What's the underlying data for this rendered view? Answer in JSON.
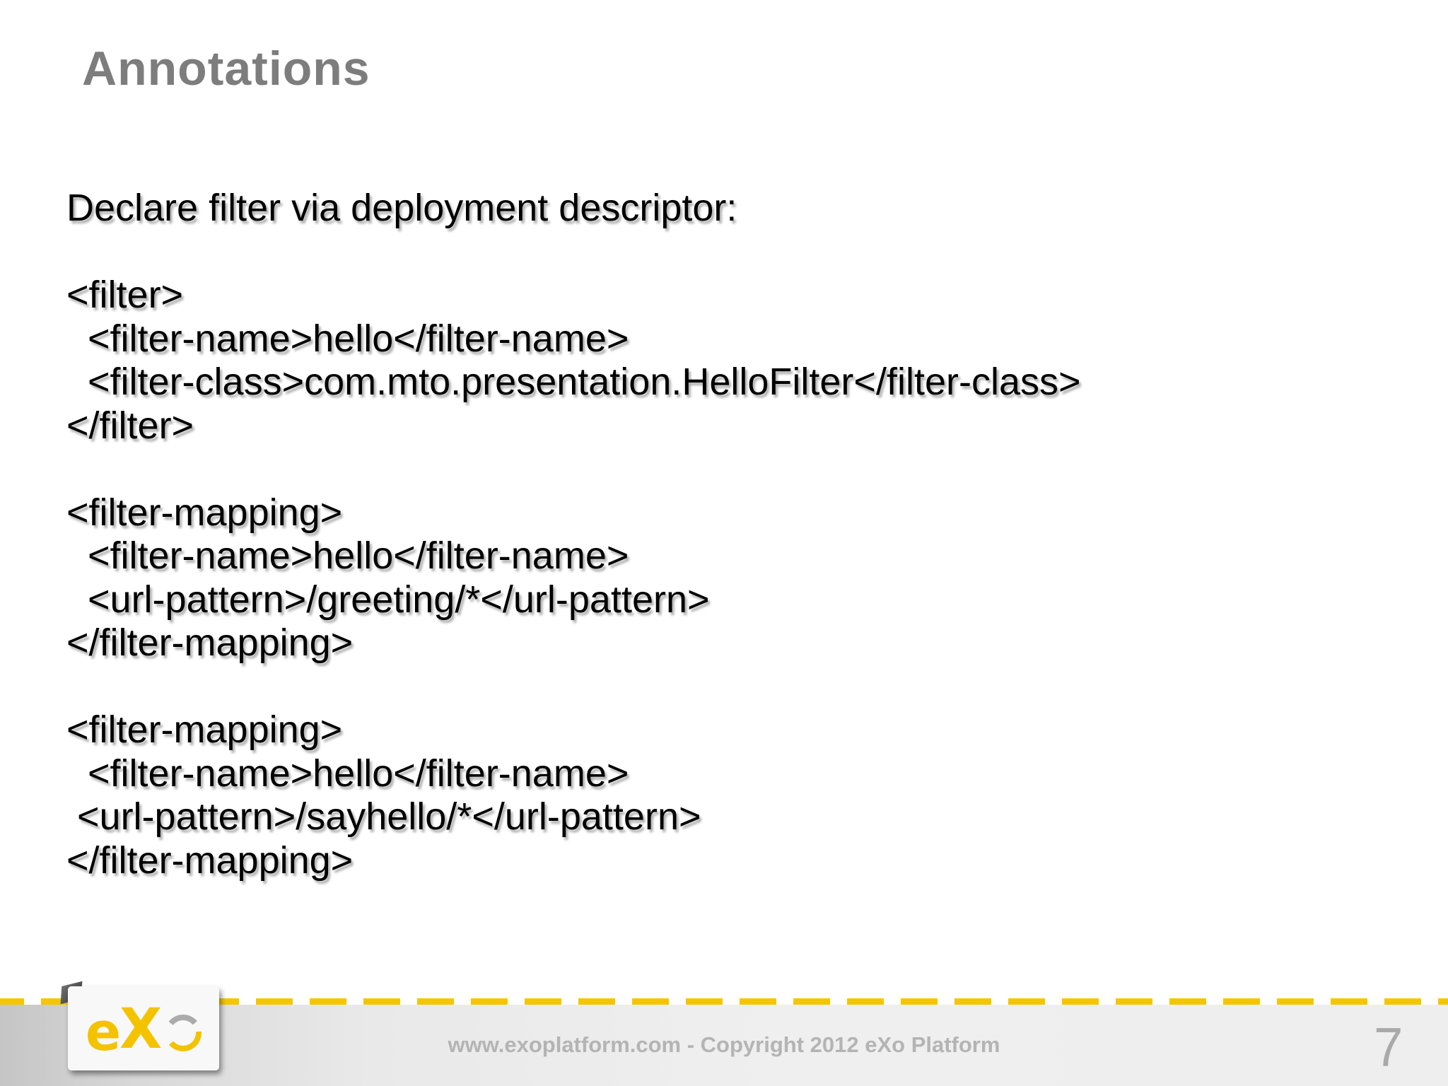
{
  "slide": {
    "title": "Annotations",
    "body_lines": [
      "Declare filter via deployment descriptor:",
      "",
      "<filter>",
      "  <filter-name>hello</filter-name>",
      "  <filter-class>com.mto.presentation.HelloFilter</filter-class>",
      "</filter>",
      "",
      "<filter-mapping>",
      "  <filter-name>hello</filter-name>",
      "  <url-pattern>/greeting/*</url-pattern>",
      "</filter-mapping>",
      "",
      "<filter-mapping>",
      "  <filter-name>hello</filter-name>",
      " <url-pattern>/sayhello/*</url-pattern>",
      "</filter-mapping>"
    ]
  },
  "footer": {
    "copyright": "www.exoplatform.com - Copyright 2012 eXo Platform",
    "page_number": "7",
    "logo": {
      "e": "e",
      "x": "X"
    }
  },
  "colors": {
    "accent_yellow": "#f6c500",
    "logo_yellow": "#f3c300",
    "logo_ring_gray": "#ababab",
    "title_gray": "#7d7d7d",
    "footer_text_gray": "#b4b4b4",
    "page_number_gray": "#a9a9a9",
    "footer_bar_gray": "#e9e9e9",
    "body_text": "#000000"
  }
}
